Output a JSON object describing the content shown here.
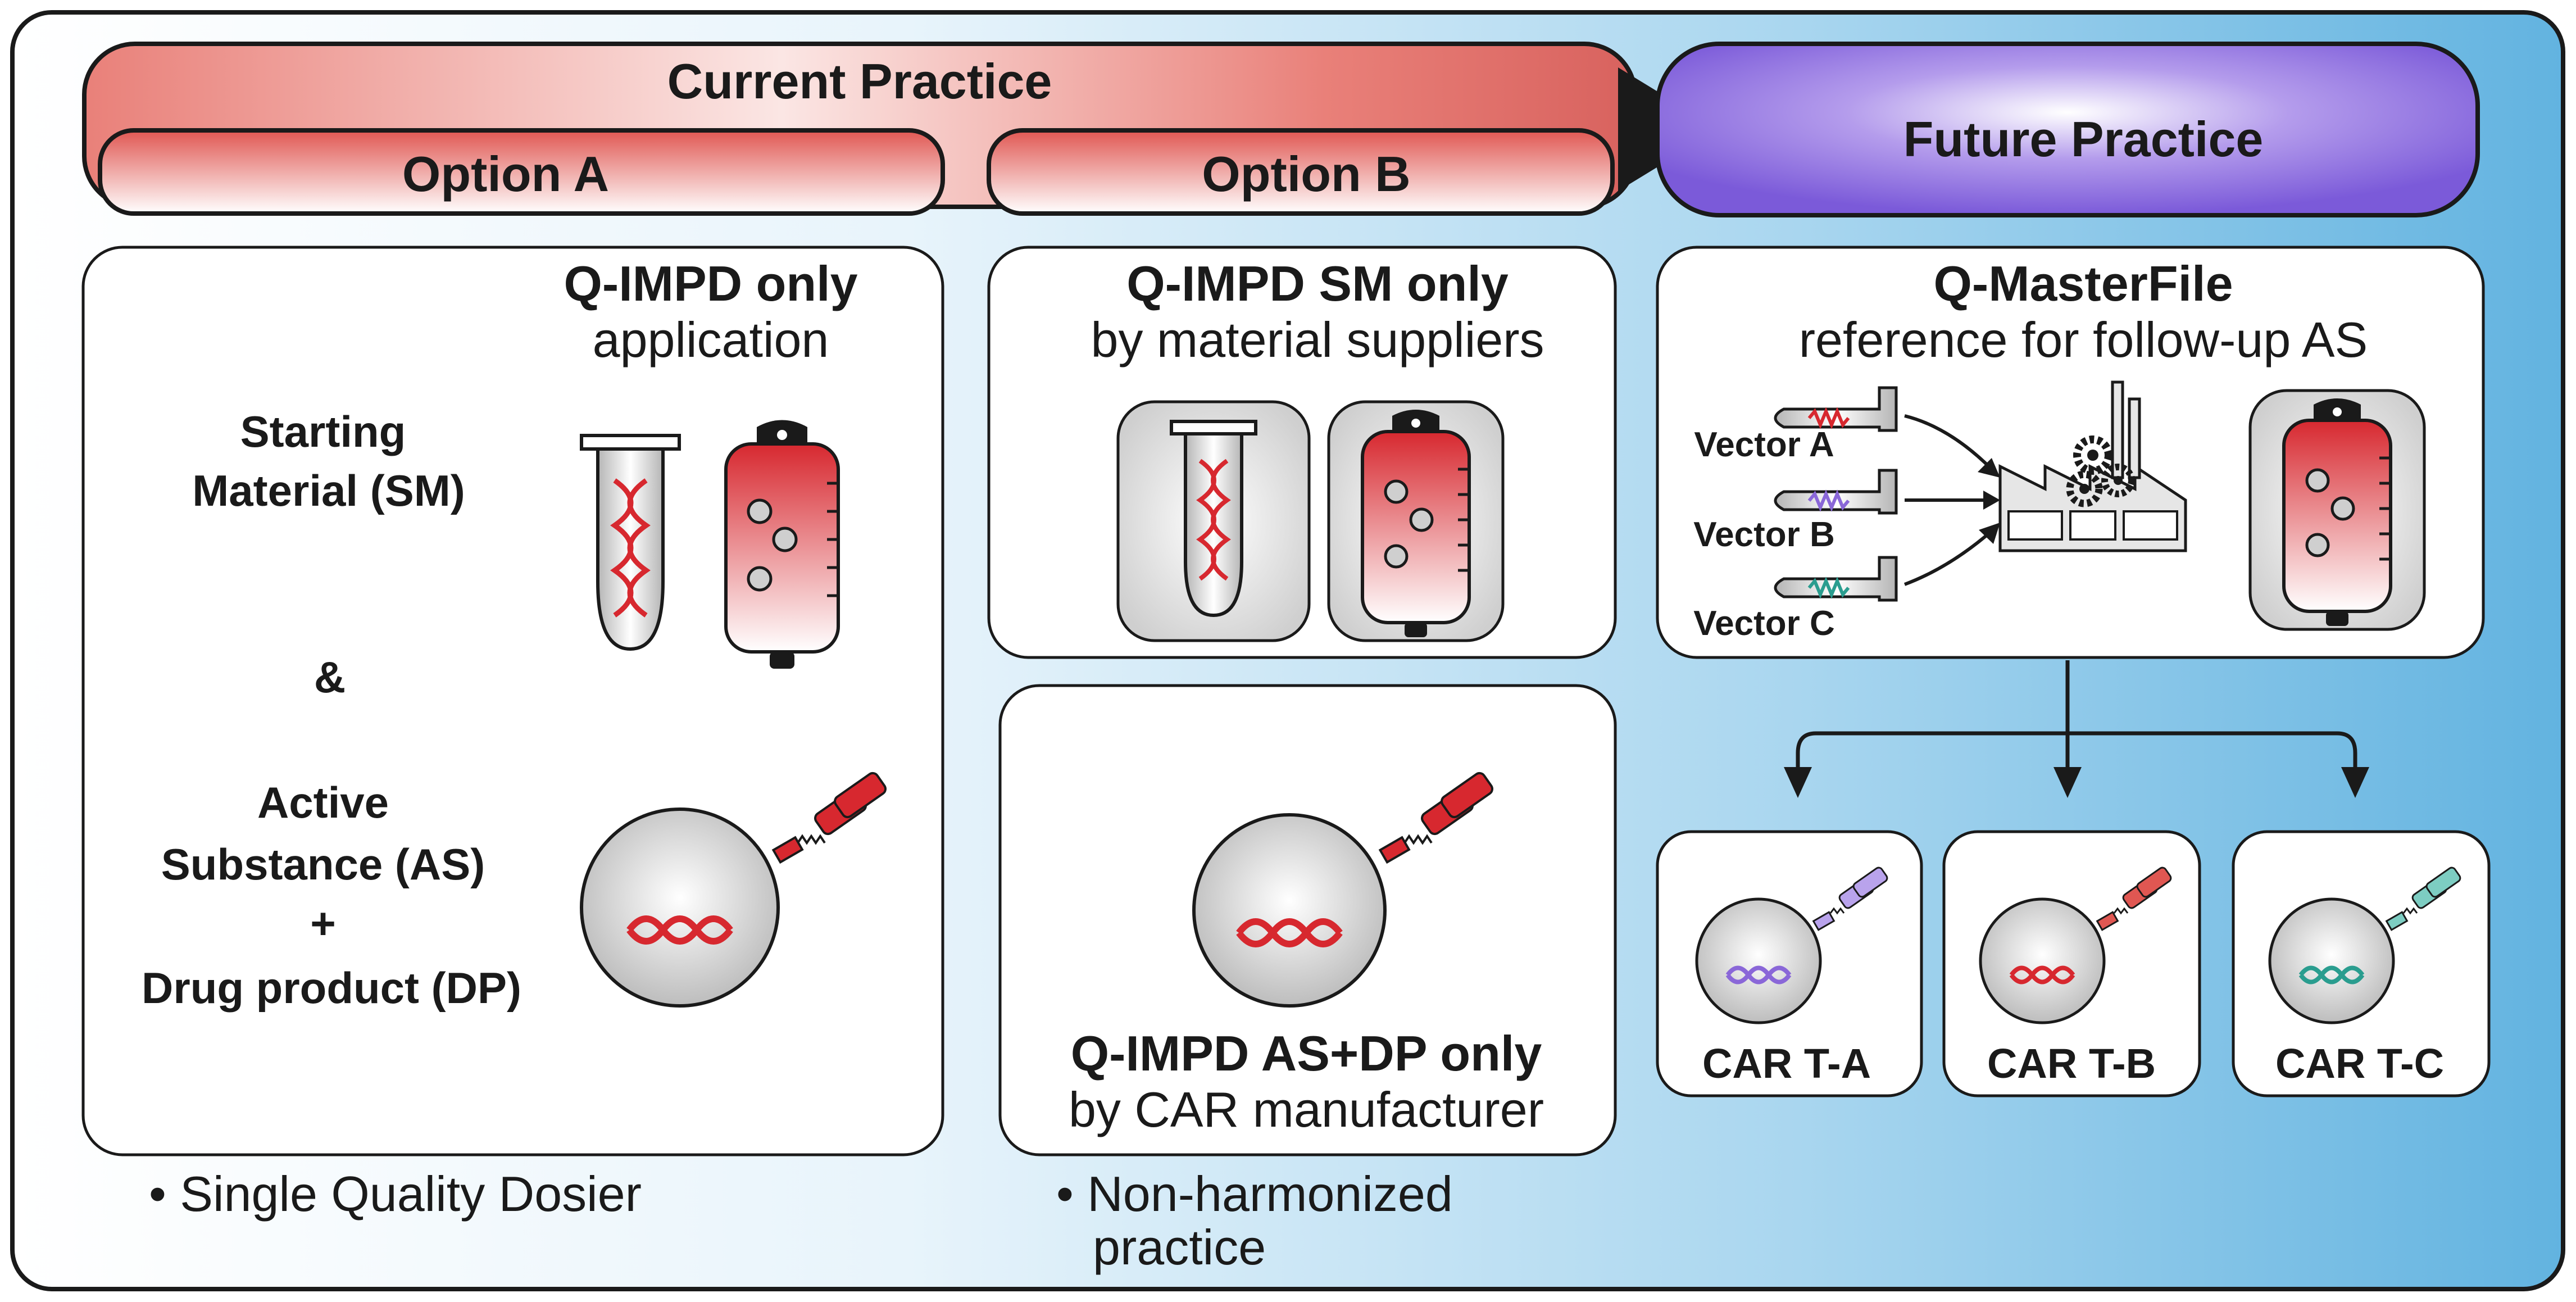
{
  "current_practice": {
    "title": "Current Practice",
    "option_a": "Option A",
    "option_b": "Option B"
  },
  "future_practice": {
    "title": "Future Practice"
  },
  "option_a_box": {
    "title_bold": "Q-IMPD only",
    "title_sub": "application",
    "sm_label_line1": "Starting",
    "sm_label_line2": "Material (SM)",
    "ampersand": "&",
    "as_label_line1": "Active",
    "as_label_line2": "Substance (AS)",
    "as_label_line3": "+",
    "as_label_line4": "Drug product (DP)"
  },
  "option_b_top": {
    "title_bold": "Q-IMPD SM only",
    "title_sub": "by material suppliers"
  },
  "option_b_bottom": {
    "title_bold": "Q-IMPD AS+DP only",
    "title_sub": "by CAR manufacturer"
  },
  "future_box": {
    "title_bold": "Q-MasterFile",
    "title_sub": "reference for follow-up AS",
    "vectors": [
      "Vector A",
      "Vector B",
      "Vector C"
    ]
  },
  "car_cells": [
    "CAR T-A",
    "CAR T-B",
    "CAR T-C"
  ],
  "notes": {
    "option_a": "• Single Quality Dosier",
    "option_b_line1": "• Non-harmonized",
    "option_b_line2": "practice"
  },
  "colors": {
    "red": "#d7282f",
    "purple": "#8a67d8",
    "teal": "#2a9d8f",
    "blue_bg": "#6db8e2",
    "future_banner": "#7b5ad9"
  }
}
